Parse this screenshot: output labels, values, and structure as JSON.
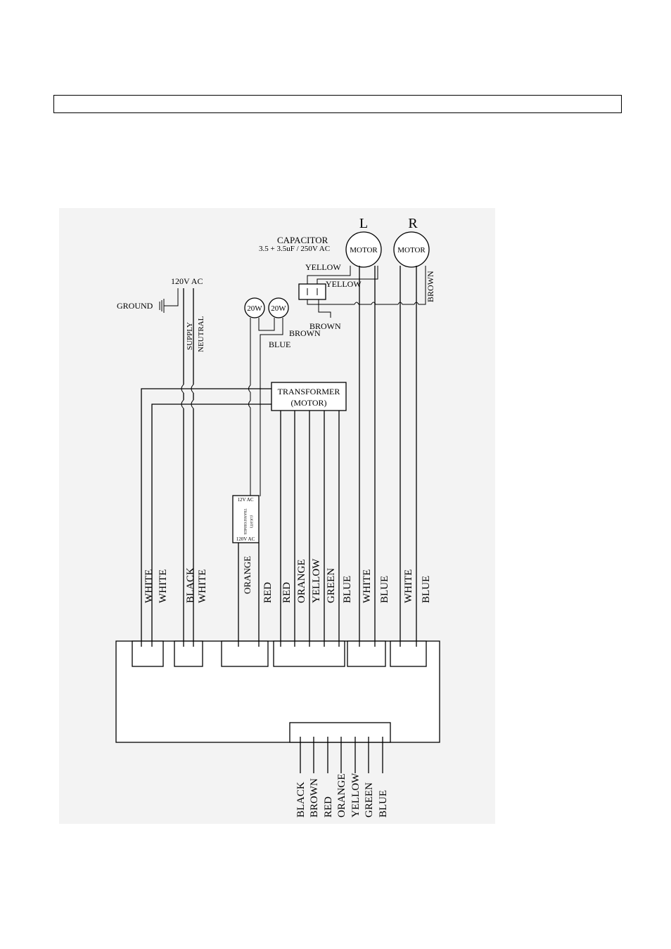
{
  "header": {
    "text": ""
  },
  "diagram": {
    "motors": [
      {
        "letter": "L",
        "label": "MOTOR"
      },
      {
        "letter": "R",
        "label": "MOTOR"
      }
    ],
    "capacitor": {
      "title": "CAPACITOR",
      "rating": "3.5 + 3.5uF / 250V AC"
    },
    "wire_labels_top": {
      "yellow_1": "YELLOW",
      "yellow_2": "YELLOW",
      "brown_motor_r": "BROWN",
      "brown_1": "BROWN",
      "brown_2": "BROWN",
      "blue_lamp": "BLUE"
    },
    "supply": {
      "voltage": "120V AC",
      "ground": "GROUND",
      "supply": "SUPPLY",
      "neutral": "NEUTRAL"
    },
    "lamps": [
      "20W",
      "20W"
    ],
    "motor_transformer": {
      "line1": "TRANSFORMER",
      "line2": "(MOTOR)"
    },
    "light_transformer": {
      "top": "12V AC",
      "name": "TRANSFORMER",
      "sub": "(LIGHT)",
      "bottom": "120V AC"
    },
    "board_wire_labels": [
      "WHITE",
      "WHITE",
      "BLACK",
      "WHITE",
      "ORANGE",
      "RED",
      "RED",
      "ORANGE",
      "YELLOW",
      "GREEN",
      "BLUE",
      "WHITE",
      "BLUE",
      "WHITE",
      "BLUE"
    ],
    "switch_wire_labels": [
      "BLACK",
      "BROWN",
      "RED",
      "ORANGE",
      "YELLOW",
      "GREEN",
      "BLUE"
    ]
  }
}
